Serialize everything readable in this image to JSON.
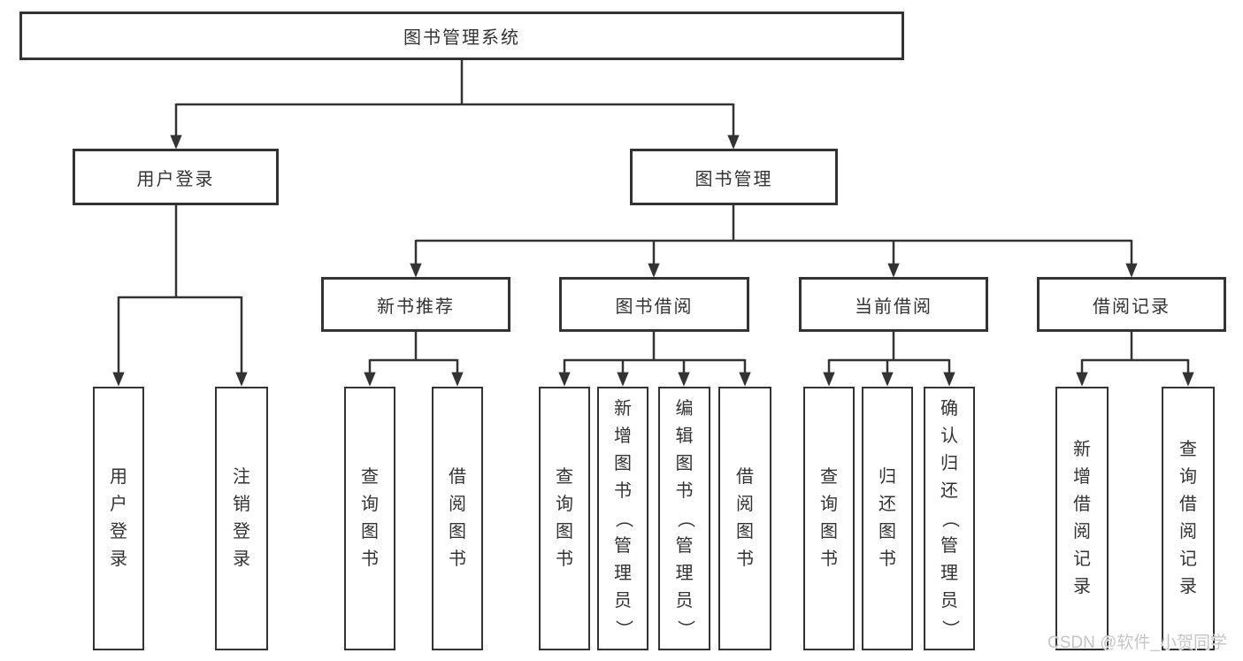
{
  "tree": {
    "label": "图书管理系统",
    "children": [
      {
        "label": "用户登录",
        "children": [
          {
            "label": "用户登录"
          },
          {
            "label": "注销登录"
          }
        ]
      },
      {
        "label": "图书管理",
        "children": [
          {
            "label": "新书推荐",
            "children": [
              {
                "label": "查询图书"
              },
              {
                "label": "借阅图书"
              }
            ]
          },
          {
            "label": "图书借阅",
            "children": [
              {
                "label": "查询图书"
              },
              {
                "label": "新增图书（管理员）"
              },
              {
                "label": "编辑图书（管理员）"
              },
              {
                "label": "借阅图书"
              }
            ]
          },
          {
            "label": "当前借阅",
            "children": [
              {
                "label": "查询图书"
              },
              {
                "label": "归还图书"
              },
              {
                "label": "确认归还（管理员）"
              }
            ]
          },
          {
            "label": "借阅记录",
            "children": [
              {
                "label": "新增借阅记录"
              },
              {
                "label": "查询借阅记录"
              }
            ]
          }
        ]
      }
    ]
  },
  "watermark": {
    "text": "CSDN @软件_小贺同学"
  },
  "colors": {
    "line": "#333333",
    "box_border": "#333333",
    "text": "#333333",
    "background": "#ffffff",
    "watermark": "#c6c6c6"
  }
}
